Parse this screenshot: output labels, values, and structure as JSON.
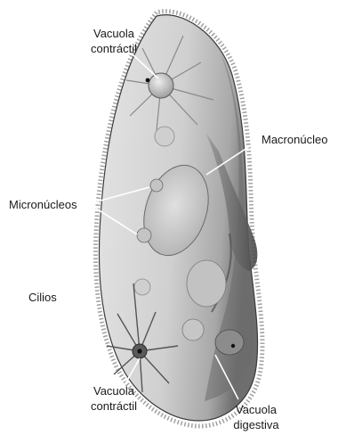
{
  "labels": {
    "contractile_top": {
      "line1": "Vacuola",
      "line2": "contráctil"
    },
    "macronucleus": "Macronúcleo",
    "micronuclei": "Micronúcleos",
    "cilia": "Cilios",
    "contractile_bottom": {
      "line1": "Vacuola",
      "line2": "contráctil"
    },
    "digestive": {
      "line1": "Vacuola",
      "line2": "digestiva"
    }
  },
  "colors": {
    "body_fill": "#dcdcdc",
    "body_shade": "#7a7a7a",
    "outline": "#3a3a3a",
    "leader_line": "#ffffff",
    "text": "#1a1a1a"
  }
}
